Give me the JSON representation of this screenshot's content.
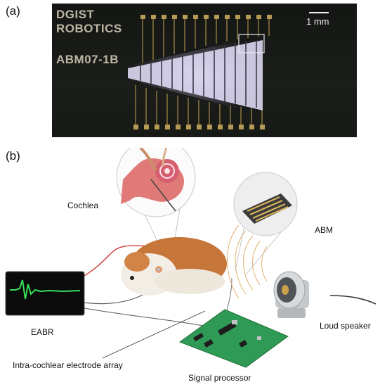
{
  "panel_a": {
    "label": "(a)",
    "brand_line1": "DGIST",
    "brand_line2": "ROBOTICS",
    "device_id": "ABM07-1B",
    "scale_bar_label": "1 mm"
  },
  "panel_b": {
    "label": "(b)",
    "labels": {
      "cochlea": "Cochlea",
      "abm": "ABM",
      "eabr": "EABR",
      "loud_speaker": "Loud speaker",
      "electrode_array": "Intra-cochlear electrode array",
      "signal_processor": "Signal processor"
    }
  },
  "colors": {
    "photo_background": "#171916",
    "electrode_glow": "#f2eeff",
    "gold_trace": "#b59a55",
    "pcb_green": "#2f9a55",
    "waveform_green": "#37e05a",
    "wire_red": "#cc2b2b",
    "cochlea_pink": "#e07a78"
  }
}
